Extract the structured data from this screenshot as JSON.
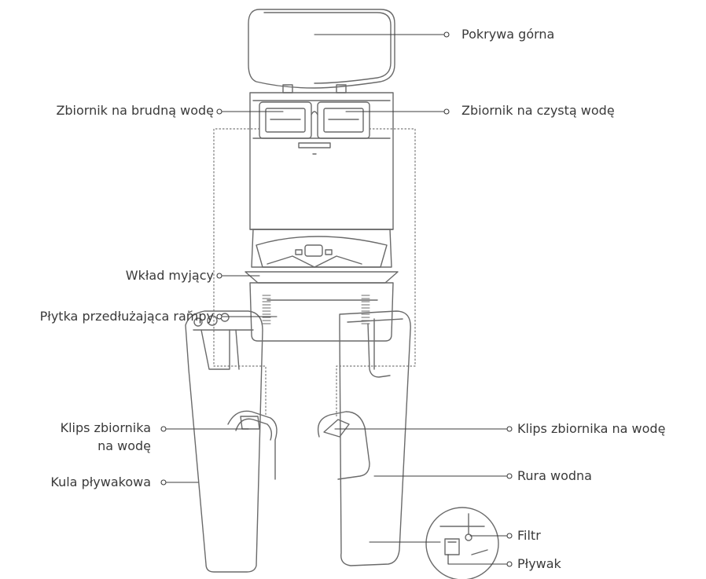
{
  "labels": {
    "top_cover": "Pokrywa górna",
    "dirty_tank": "Zbiornik na brudną wodę",
    "clean_tank": "Zbiornik na czystą wodę",
    "cleaning_tray": "Wkład myjący",
    "ramp_extension": "Płytka przedłużająca rampy",
    "tank_clip_left_line1": "Klips zbiornika",
    "tank_clip_left_line2": "na wodę",
    "float_ball": "Kula pływakowa",
    "tank_clip_right": "Klips zbiornika na wodę",
    "water_pipe": "Rura wodna",
    "filter": "Filtr",
    "float": "Pływak"
  },
  "colors": {
    "line": "#3c3c3c",
    "outline": "#6a6a6a",
    "text": "#3a3a3a"
  }
}
